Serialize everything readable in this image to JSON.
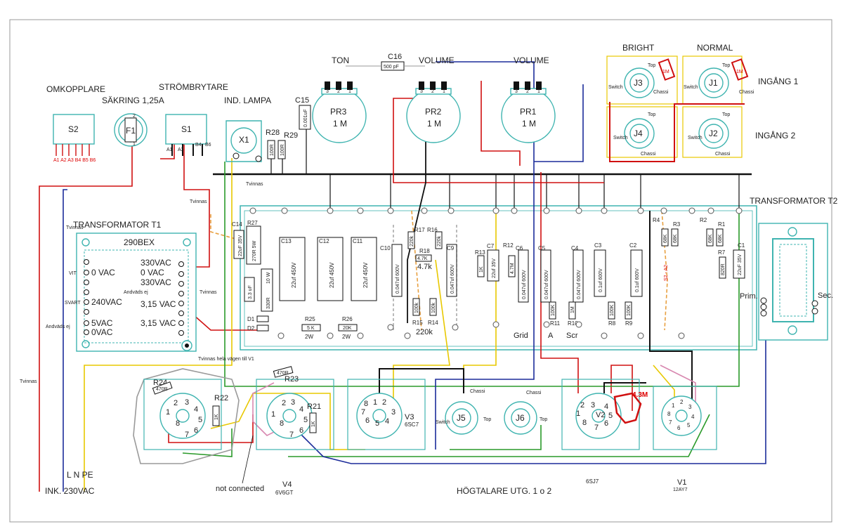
{
  "colors": {
    "cyan": "#3fb4b0",
    "red": "#d01010",
    "yellow": "#e8c800",
    "green": "#2a9a2a",
    "blue": "#1c2c9a",
    "pink": "#d888b0",
    "grey": "#9a9a9a",
    "orange": "#e8a040"
  },
  "headers": {
    "omkopplare": "OMKOPPLARE",
    "sakring": "SÄKRING 1,25A",
    "strombrytare": "STRÖMBRYTARE",
    "ind_lampa": "IND. LAMPA",
    "ton": "TON",
    "volume_left": "VOLUME",
    "volume_right": "VOLUME",
    "bright": "BRIGHT",
    "normal": "NORMAL",
    "ingang1": "INGÅNG 1",
    "ingang2": "INGÅNG 2",
    "transformator_t1": "TRANSFORMATOR T1",
    "transformator_t2": "TRANSFORMATOR T2",
    "hogtalare": "HÖGTALARE UTG. 1 o 2",
    "ink": "INK. 230VAC",
    "lnpe": "L  N  PE",
    "not_connected": "not connected"
  },
  "top_components": {
    "s2": "S2",
    "s2_pins": "A1 A2 A3  B4 B5 B6",
    "f1": "F1",
    "f1_p1": "2",
    "f1_p2": "1",
    "s1": "S1",
    "s1_pins": [
      "A1",
      "A3",
      "B4",
      "B6"
    ],
    "x1": "X1",
    "r28": "R28",
    "r28_val": "100R",
    "r29": "R29",
    "r29_val": "100R",
    "c15": "C15",
    "c15_val": "0.001uF",
    "c16": "C16",
    "c16_val": "500 pF",
    "pr3": "PR3",
    "pr3_val": "1 M",
    "pr2": "PR2",
    "pr2_val": "1 M",
    "pr1": "PR1",
    "pr1_val": "1 M",
    "pot_pins": [
      "3",
      "2",
      "1"
    ]
  },
  "jacks": {
    "j3": "J3",
    "j1": "J1",
    "j4": "J4",
    "j2": "J2",
    "j5": "J5",
    "j6": "J6",
    "switch": "Switch",
    "top": "Top",
    "chassi": "Chassi",
    "r_1m": "1M"
  },
  "transformer_t1": {
    "model": "290BEX",
    "left_taps": [
      "0 VAC",
      "240VAC",
      "5VAC",
      "0VAC"
    ],
    "right_taps": [
      "330VAC",
      "0 VAC",
      "330VAC",
      "3,15 VAC",
      "3,15 VAC"
    ],
    "vit": "VIT",
    "svart": "SVART",
    "andvads_ej": "Andväds ej",
    "tvinnas": "Tvinnas",
    "tvinnas_hela": "Tvinnas hela vägen till V1"
  },
  "board": {
    "c14": "C14",
    "c14_val": "22uF 35V",
    "r27": "R27",
    "r27_val": "270R 5W",
    "r_10w": "10 W",
    "r_330r": "330R",
    "c_3u3": "3.3 uF",
    "d1": "D1",
    "d2": "D2",
    "c13": "C13",
    "c13_val": "22uf 450V",
    "c12": "C12",
    "c12_val": "22uf 450V",
    "c11": "C11",
    "c11_val": "22uf 450V",
    "r25": "R25",
    "r25_val": "5 K",
    "r25_w": "2W",
    "r26": "R26",
    "r26_val": "20K",
    "r26_w": "2W",
    "c10": "C10",
    "c10_val": "0.047uf 600V",
    "r17": "R17",
    "r17_val": "220k",
    "r16": "R16",
    "r16_val": "220k",
    "r18": "R18",
    "r18_val": "4.7K",
    "note_47k": "4.7k",
    "c9": "C9",
    "c9_val": "0.047uf 600V",
    "r15": "R15",
    "r15_val": "100k",
    "r14": "R14",
    "r14_val": "100k",
    "note_220k": "220k",
    "r13": "R13",
    "r13_val": "1K",
    "c7": "C7",
    "c7_val": "22uf 35V",
    "r12": "R12",
    "r12_val": "4.7M",
    "c6": "C6",
    "c6_val": "0.047uf 600V",
    "c5": "C5",
    "c5_val": "0.047uf 600V",
    "c4": "C4",
    "c4_val": "0.047uf 600V",
    "c3": "C3",
    "c3_val": "0.1uf 600V",
    "c2": "C2",
    "c2_val": "0.1uf 600V",
    "r11": "R11",
    "r11_val": "100K",
    "r10": "R10",
    "r10_val": "1M",
    "r8": "R8",
    "r8_val": "100K",
    "r9": "R9",
    "r9_val": "100K",
    "grid": "Grid",
    "a": "A",
    "scr": "Scr",
    "r4": "R4",
    "r3": "R3",
    "r4_val": "68K",
    "r3_val": "68K",
    "s2a2": "S2 - A2",
    "r2": "R2",
    "r1": "R1",
    "r2_val": "68K",
    "r1_val": "68K",
    "r7": "R7",
    "r7_val": "820R",
    "c1": "C1",
    "c1_val": "22uF 35V",
    "prim": "Prim.",
    "sec": "Sec."
  },
  "tubes": {
    "r24": "R24",
    "r24_val": "470R",
    "r22": "R22",
    "r22_val": "1K",
    "r23": "R23",
    "r23_val": "470R",
    "r21": "R21",
    "r21_val": "1K",
    "v4": "V4",
    "v4_type": "6V6GT",
    "v3": "V3",
    "v3_type": "6SC7",
    "v2": "V2",
    "v2_type": "6SJ7",
    "v1": "V1",
    "v1_type": "12AY7",
    "r_43m": "4.3M",
    "pin_nums": [
      "1",
      "2",
      "3",
      "4",
      "5",
      "6",
      "7",
      "8"
    ]
  }
}
